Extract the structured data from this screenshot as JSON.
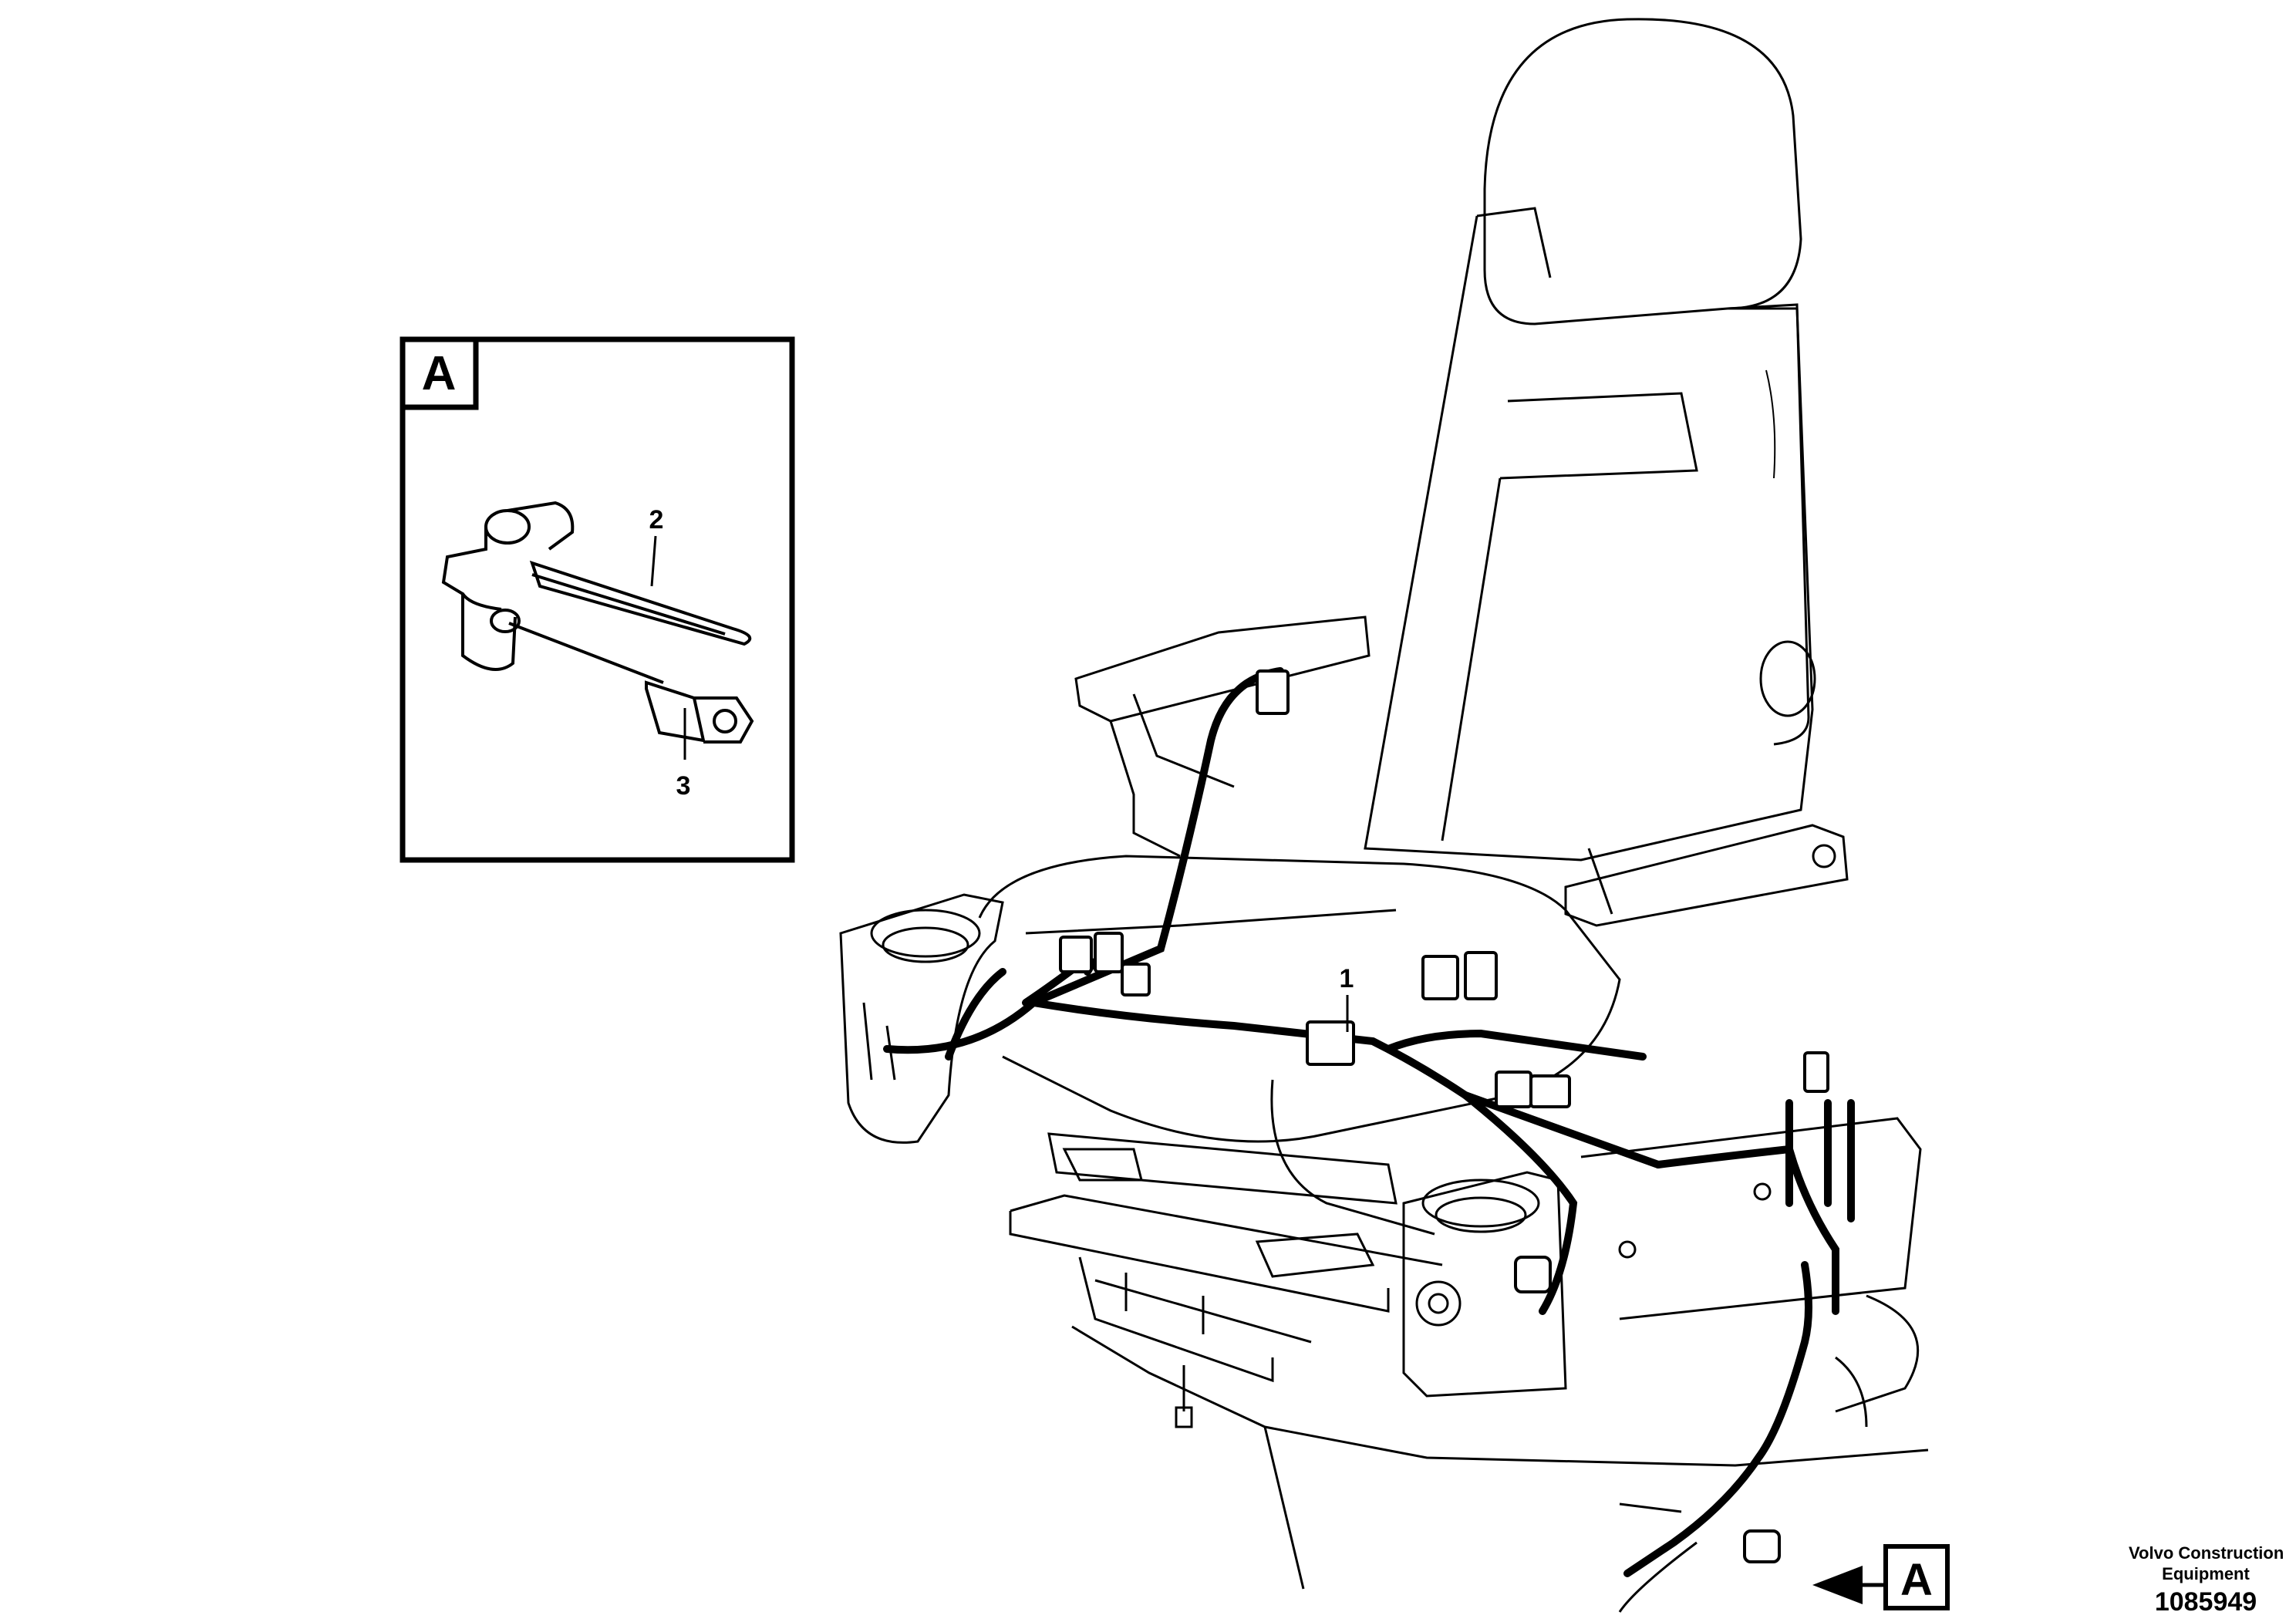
{
  "detail_box": {
    "label": "A"
  },
  "callouts": {
    "item_1": "1",
    "item_2": "2",
    "item_3": "3"
  },
  "view_marker": {
    "label": "A"
  },
  "credit": {
    "line1": "Volvo Construction",
    "line2": "Equipment",
    "figure_number": "1085949"
  },
  "colors": {
    "line": "#000000",
    "background": "#ffffff"
  }
}
